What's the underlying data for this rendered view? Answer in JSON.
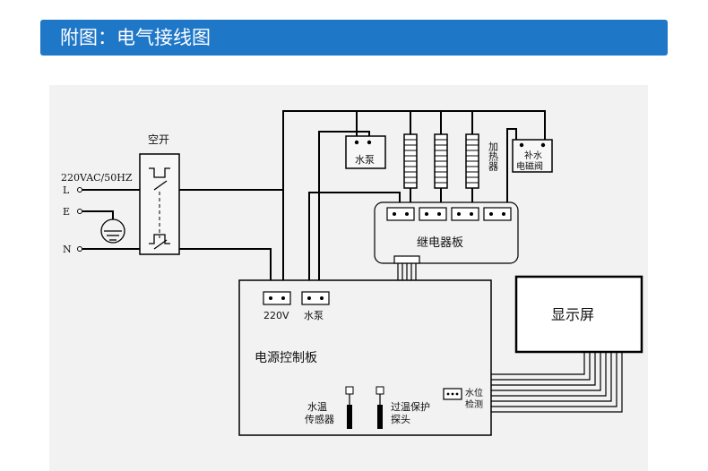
{
  "header": {
    "title": "附图：电气接线图",
    "bar_color": "#1f77c8"
  },
  "diagram": {
    "breaker_label": "空开",
    "power_spec": "220VAC/50HZ",
    "terminal_l": "L",
    "terminal_e": "E",
    "terminal_n": "N",
    "pump_label": "水泵",
    "heater_label": "加热器",
    "refill_valve_label_1": "补水",
    "refill_valve_label_2": "电磁阀",
    "relay_board_label": "继电器板",
    "display_label": "显示屏",
    "port_220v_label": "220V",
    "port_pump_label": "水泵",
    "power_board_label": "电源控制板",
    "temp_sensor_label_1": "水温",
    "temp_sensor_label_2": "传感器",
    "overheat_probe_label_1": "过温保护",
    "overheat_probe_label_2": "探头",
    "water_level_label_1": "水位",
    "water_level_label_2": "检测"
  }
}
